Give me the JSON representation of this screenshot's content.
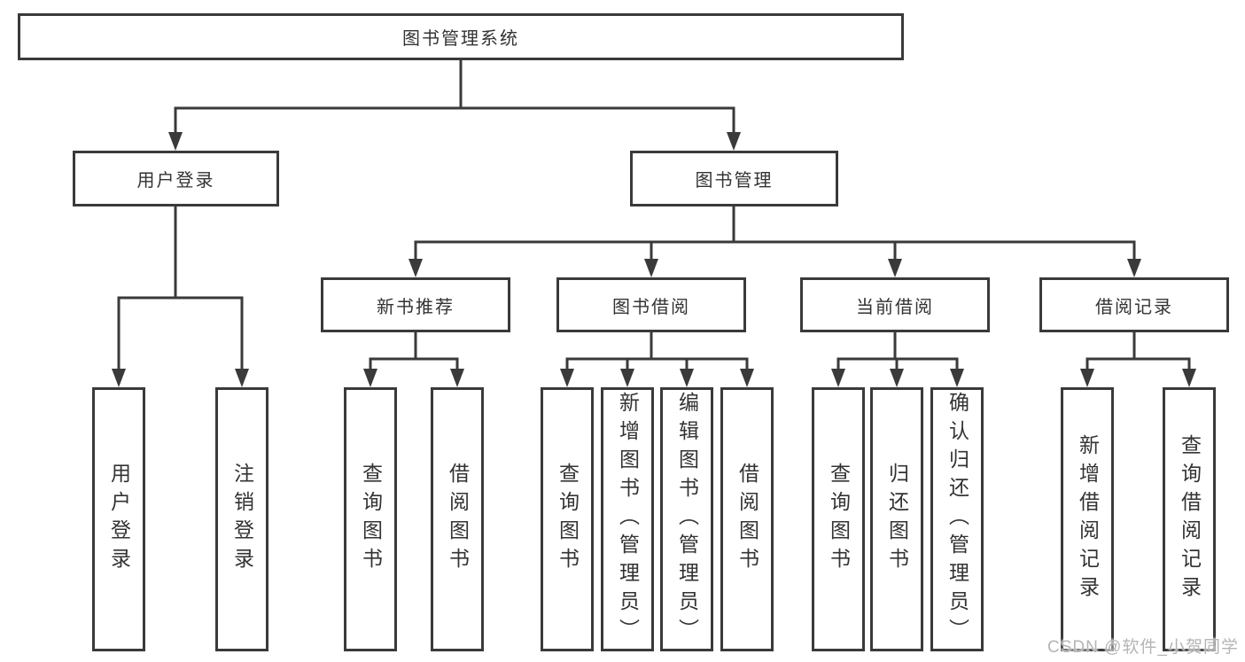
{
  "diagram": {
    "root": "图书管理系统",
    "level2": {
      "user_login": "用户登录",
      "book_mgmt": "图书管理"
    },
    "level3": {
      "new_books": "新书推荐",
      "book_borrow": "图书借阅",
      "current_borrow": "当前借阅",
      "borrow_records": "借阅记录"
    },
    "leaves": {
      "user_login": [
        "用户登录",
        "注销登录"
      ],
      "new_books": [
        "查询图书",
        "借阅图书"
      ],
      "book_borrow": [
        "查询图书",
        "新增图书（管理员）",
        "编辑图书（管理员）",
        "借阅图书"
      ],
      "current_borrow": [
        "查询图书",
        "归还图书",
        "确认归还（管理员）"
      ],
      "borrow_records": [
        "新增借阅记录",
        "查询借阅记录"
      ]
    }
  },
  "watermark": "CSDN @软件_小贺同学",
  "colors": {
    "line": "#3a3a3a",
    "text": "#333333",
    "watermark": "#b5b5b5",
    "background": "#ffffff"
  }
}
